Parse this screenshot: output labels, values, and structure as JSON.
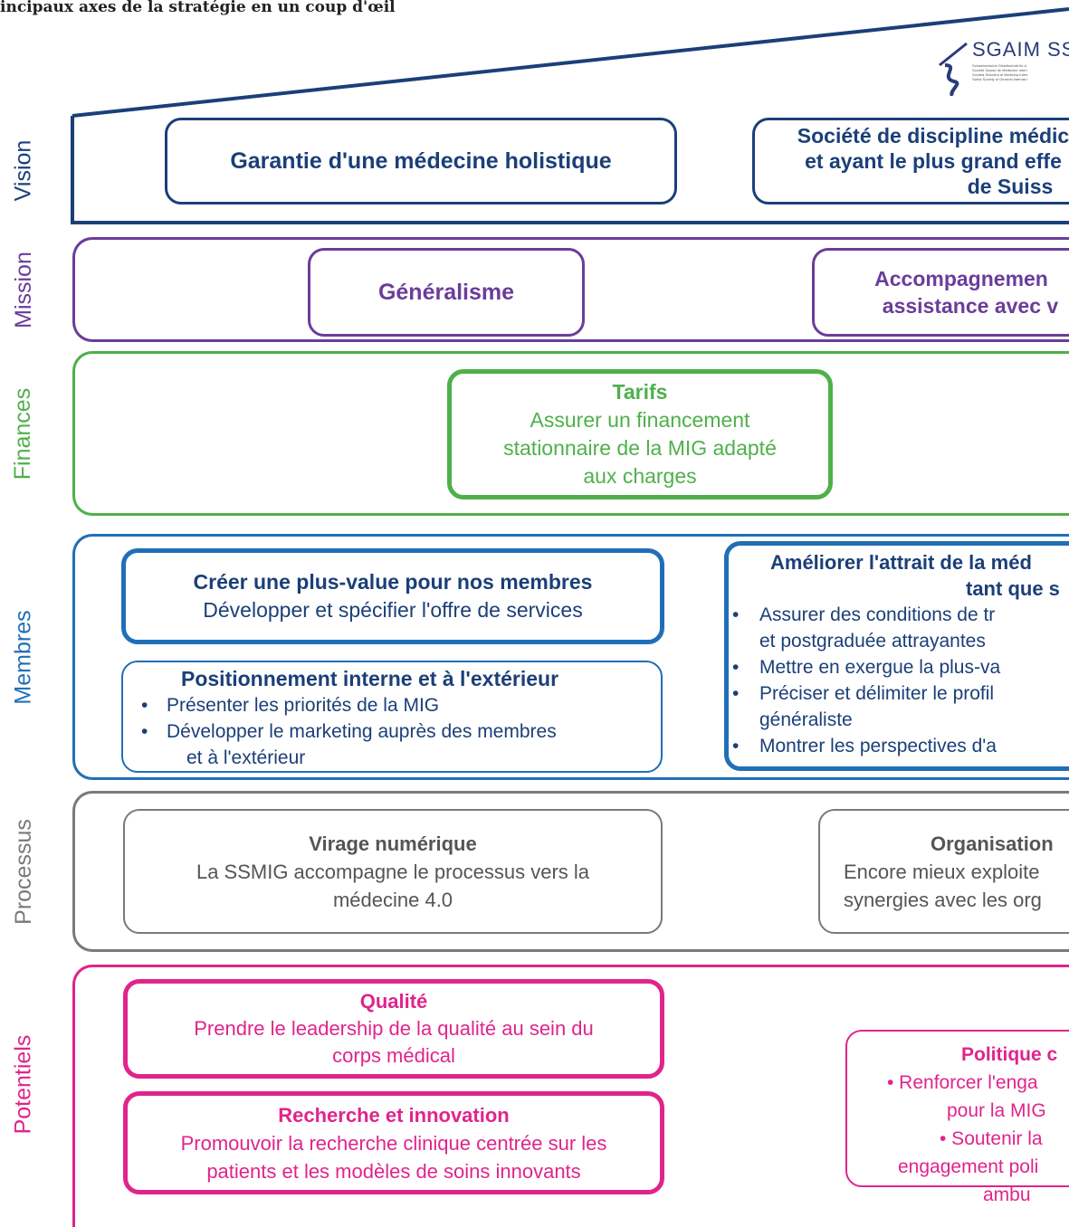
{
  "page_title": "incipaux axes de la stratégie en un coup d'œil",
  "logo": {
    "name": "SGAIM SS",
    "sub": [
      "Schweizerische Gesellschaft für A",
      "Société Suisse de Médecine Interr",
      "Società Svizzera di Medicina Interr",
      "Swiss Society of General Internal I"
    ]
  },
  "colors": {
    "vision": "#1b3f78",
    "mission": "#6a3d9a",
    "finances": "#4fb04a",
    "membres": "#1f6fb8",
    "processus": "#7a7a7a",
    "potentiels": "#e0248c"
  },
  "rows": {
    "vision": {
      "label": "Vision",
      "box1": "Garantie d'une médecine holistique",
      "box2": [
        "Société de discipline médic",
        "et ayant le plus grand effe",
        "de Suiss"
      ]
    },
    "mission": {
      "label": "Mission",
      "box1": "Généralisme",
      "box2": [
        "Accompagnemen",
        "assistance avec v"
      ]
    },
    "finances": {
      "label": "Finances",
      "box1_title": "Tarifs",
      "box1_text": [
        "Assurer un financement",
        "stationnaire de la MIG adapté",
        "aux charges"
      ]
    },
    "membres": {
      "label": "Membres",
      "box1_title": "Créer une plus-value pour nos membres",
      "box1_text": "Développer et spécifier l'offre de services",
      "box2_title": "Positionnement interne et à l'extérieur",
      "box2_bullets": [
        "Présenter les priorités de la MIG",
        "Développer le marketing auprès des membres"
      ],
      "box2_cont": "et à l'extérieur",
      "box3_title": [
        "Améliorer l'attrait de la méd",
        "tant que s"
      ],
      "box3_b1": "Assurer des conditions de tr",
      "box3_b1_cont": "et postgraduée attrayantes",
      "box3_b2": "Mettre en exergue la plus-va",
      "box3_b3": "Préciser et délimiter le profil",
      "box3_b3_cont": "généraliste",
      "box3_b4": "Montrer les perspectives d'a"
    },
    "processus": {
      "label": "Processus",
      "box1_title": "Virage numérique",
      "box1_text": [
        "La SSMIG accompagne le processus vers la",
        "médecine 4.0"
      ],
      "box2_title": "Organisation",
      "box2_text": [
        "Encore mieux exploite",
        "synergies avec les org"
      ]
    },
    "potentiels": {
      "label": "Potentiels",
      "box1_title": "Qualité",
      "box1_text": [
        "Prendre le leadership de la qualité au sein du",
        "corps médical"
      ],
      "box2_title": "Recherche et innovation",
      "box2_text": [
        "Promouvoir la recherche clinique centrée sur les",
        "patients et les modèles de soins innovants"
      ],
      "box3_title": "Politique c",
      "box3_text": [
        "• Renforcer l'enga",
        "pour la MIG",
        "• Soutenir la",
        "engagement poli",
        "ambu"
      ]
    }
  }
}
